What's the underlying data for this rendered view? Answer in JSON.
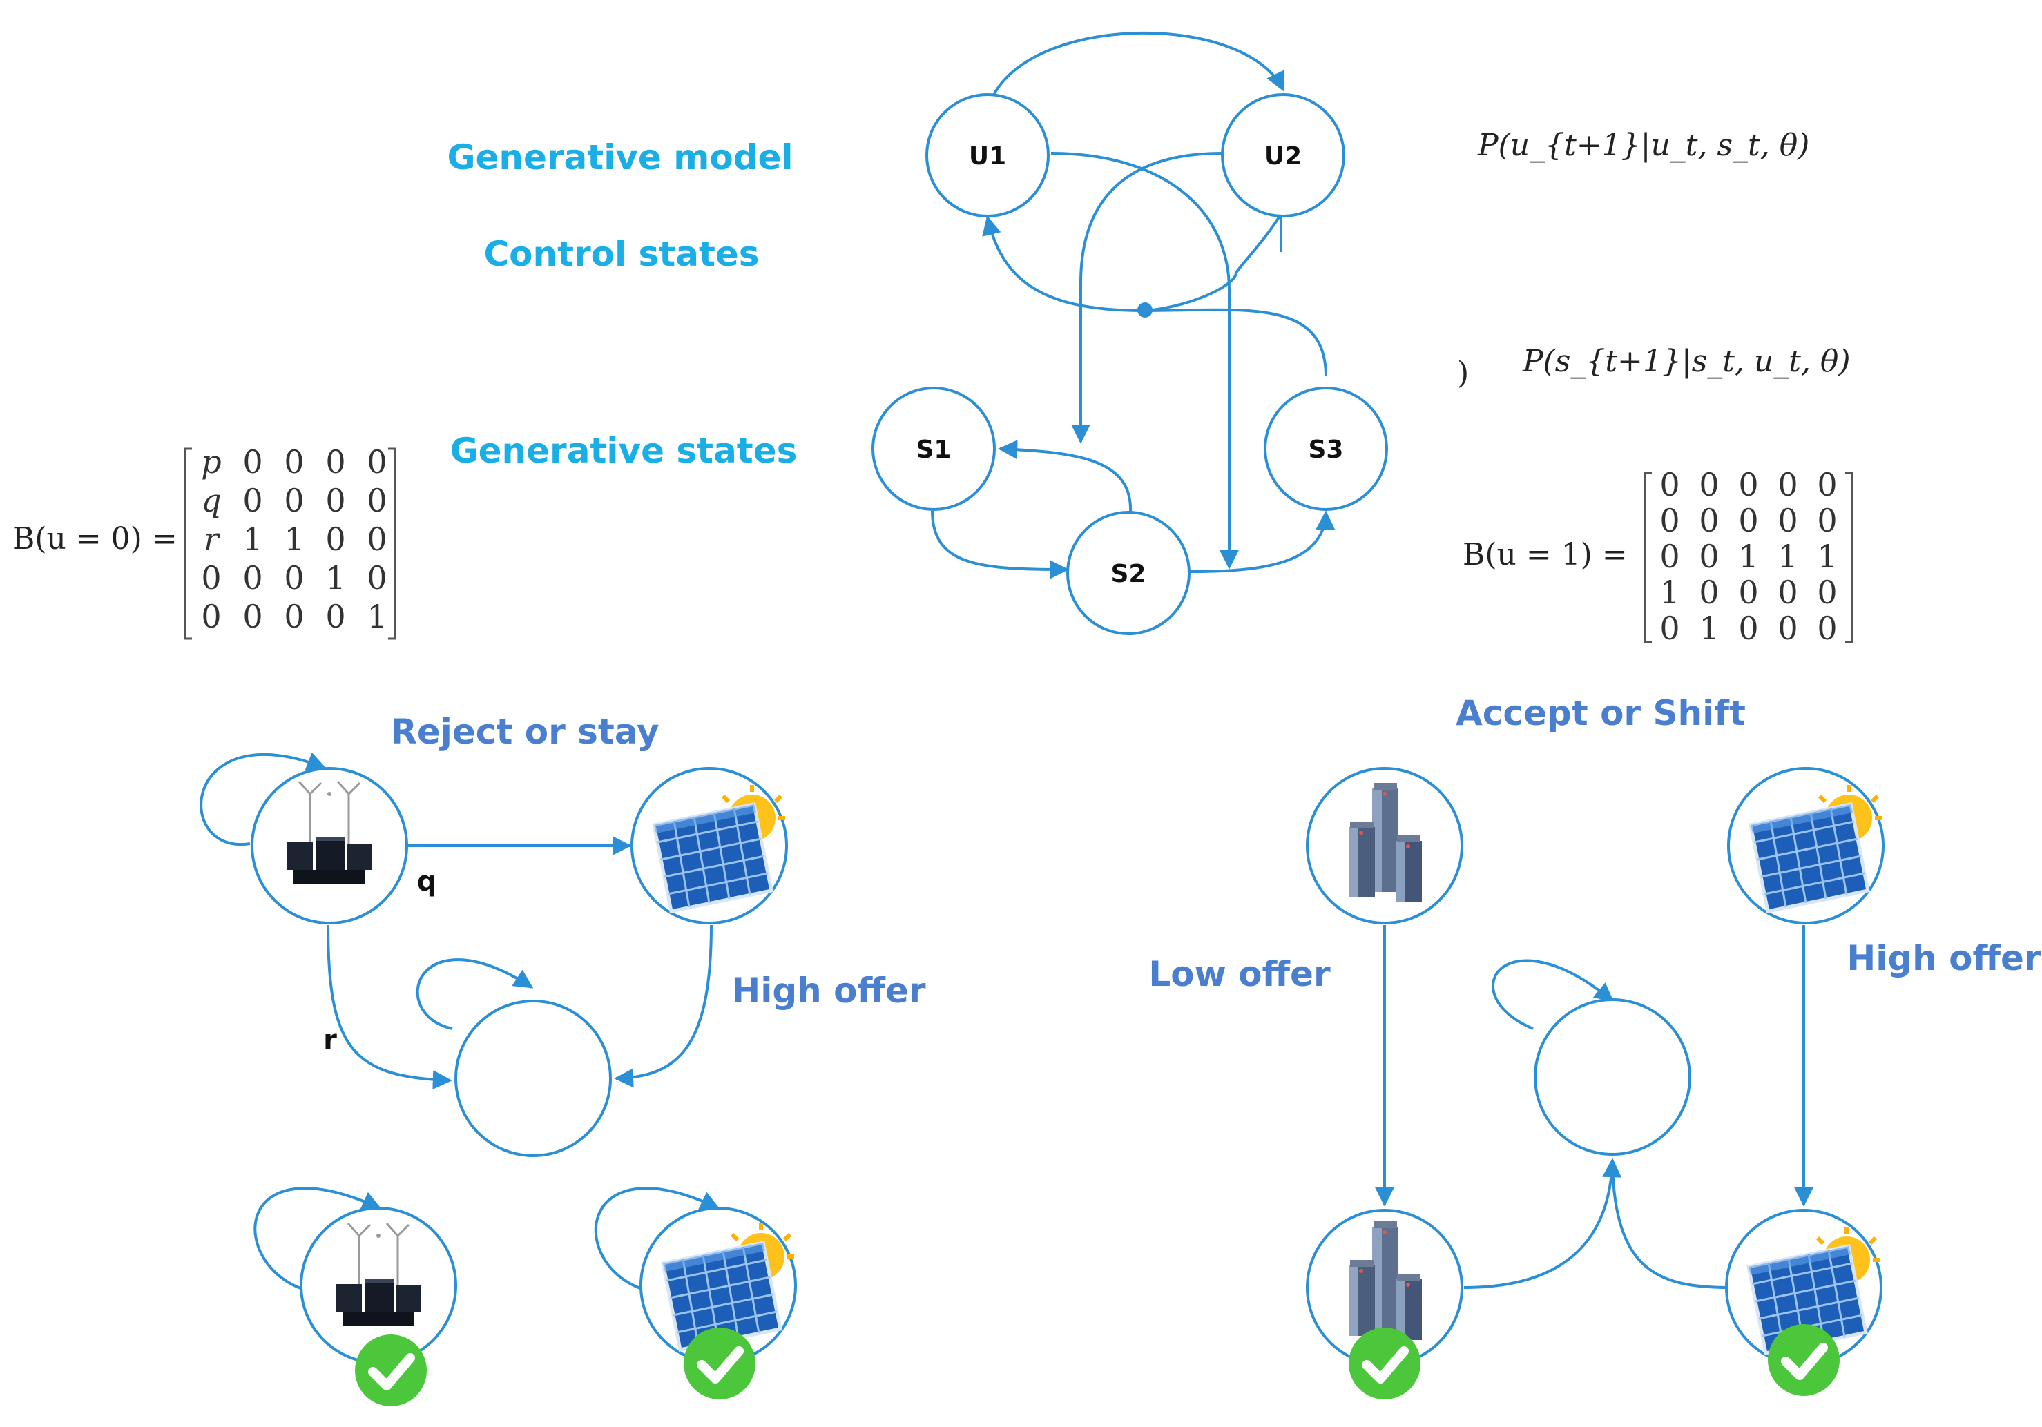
{
  "labels": {
    "generative_model": "Generative model",
    "control_states": "Control states",
    "generative_states": "Generative states",
    "reject_or_stay": "Reject or stay",
    "accept_or_shift": "Accept or Shift",
    "high_offer_left": "High offer",
    "low_offer": "Low offer",
    "high_offer_right": "High offer",
    "edge_q": "q",
    "edge_r": "r"
  },
  "nodes": {
    "u1": "U1",
    "u2": "U2",
    "s1": "S1",
    "s2": "S2",
    "s3": "S3"
  },
  "equations": {
    "control_transition": "P(u_{t+1}|u_t, s_t, θ)",
    "state_transition": "P(s_{t+1}|s_t, u_t, θ)",
    "state_transition_paren": ")",
    "b_u0_lhs": "B(u = 0) =",
    "b_u1_lhs": "B(u = 1) ="
  },
  "matrices": {
    "b_u0": [
      [
        "p",
        "0",
        "0",
        "0",
        "0"
      ],
      [
        "q",
        "0",
        "0",
        "0",
        "0"
      ],
      [
        "r",
        "1",
        "1",
        "0",
        "0"
      ],
      [
        "0",
        "0",
        "0",
        "1",
        "0"
      ],
      [
        "0",
        "0",
        "0",
        "0",
        "1"
      ]
    ],
    "b_u1": [
      [
        "0",
        "0",
        "0",
        "0",
        "0"
      ],
      [
        "0",
        "0",
        "0",
        "0",
        "0"
      ],
      [
        "0",
        "0",
        "1",
        "1",
        "1"
      ],
      [
        "1",
        "0",
        "0",
        "0",
        "0"
      ],
      [
        "0",
        "1",
        "0",
        "0",
        "0"
      ]
    ]
  },
  "icons": {
    "wind": "wind-turbine-battery-icon",
    "solar": "solar-panel-icon",
    "battery": "battery-storage-icon",
    "check": "green-check-icon"
  },
  "colors": {
    "edge": "#2b8fd6",
    "cyan_text": "#1aaee6",
    "blue_text": "#4a7fd0",
    "check_green": "#4cc63a"
  }
}
